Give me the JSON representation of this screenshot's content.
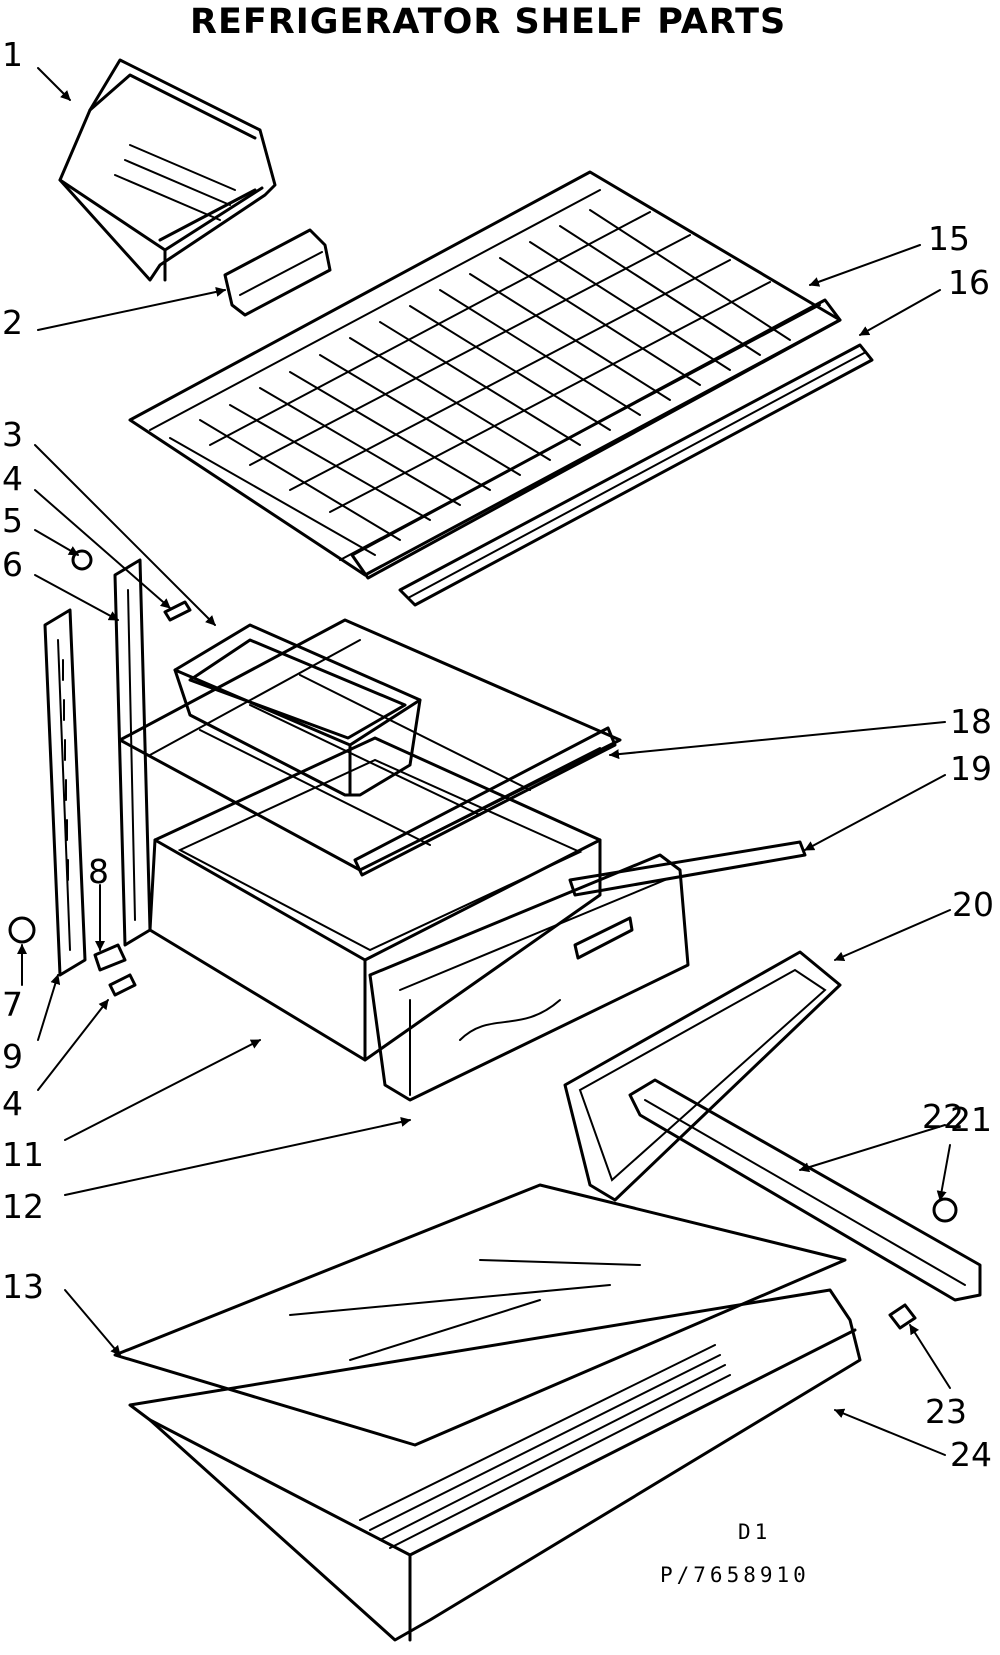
{
  "title": "REFRIGERATOR SHELF PARTS",
  "callouts": {
    "c1": "1",
    "c2": "2",
    "c3": "3",
    "c4a": "4",
    "c5": "5",
    "c6": "6",
    "c7": "7",
    "c8": "8",
    "c9": "9",
    "c4b": "4",
    "c11": "11",
    "c12": "12",
    "c13": "13",
    "c15": "15",
    "c16": "16",
    "c18": "18",
    "c19": "19",
    "c20": "20",
    "c21": "21",
    "c22": "22",
    "c23": "23",
    "c24": "24"
  },
  "codes": {
    "diagram_code": "D1",
    "part_number": "P/7658910"
  }
}
